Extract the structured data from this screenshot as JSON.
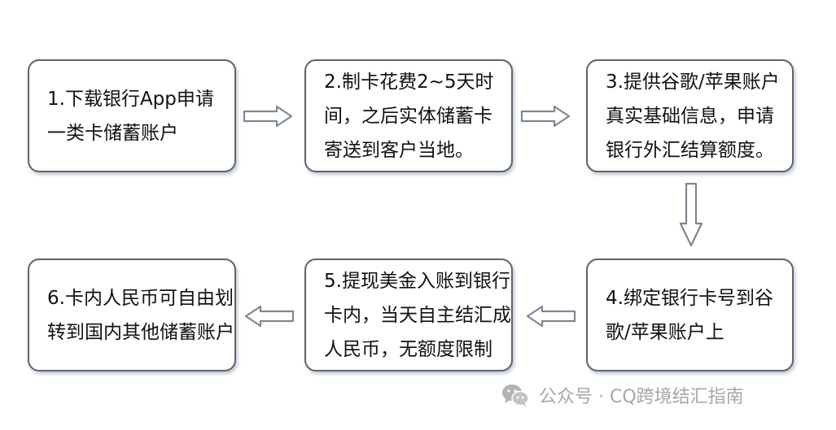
{
  "steps": [
    {
      "lines": [
        "1.下载银行App申请",
        "一类卡储蓄账户"
      ]
    },
    {
      "lines": [
        "2.制卡花费2~5天时",
        "间，之后实体储蓄卡",
        "寄送到客户当地。"
      ]
    },
    {
      "lines": [
        "3.提供谷歌/苹果账户",
        "真实基础信息，申请",
        "银行外汇结算额度。"
      ]
    },
    {
      "lines": [
        "4.绑定银行卡号到谷",
        "歌/苹果账户上"
      ]
    },
    {
      "lines": [
        "5.提现美金入账到银行",
        "卡内，当天自主结汇成",
        "人民币，无额度限制"
      ]
    },
    {
      "lines": [
        "6.卡内人民币可自由划",
        "转到国内其他储蓄账户"
      ]
    }
  ],
  "watermark": {
    "icon": "wechat-icon",
    "text": "公众号 · CQ跨境结汇指南"
  },
  "colors": {
    "box_border": "#5a6570",
    "arrow_fill": "#ffffff",
    "arrow_stroke": "#7d8893",
    "watermark": "#a7a7a7"
  }
}
